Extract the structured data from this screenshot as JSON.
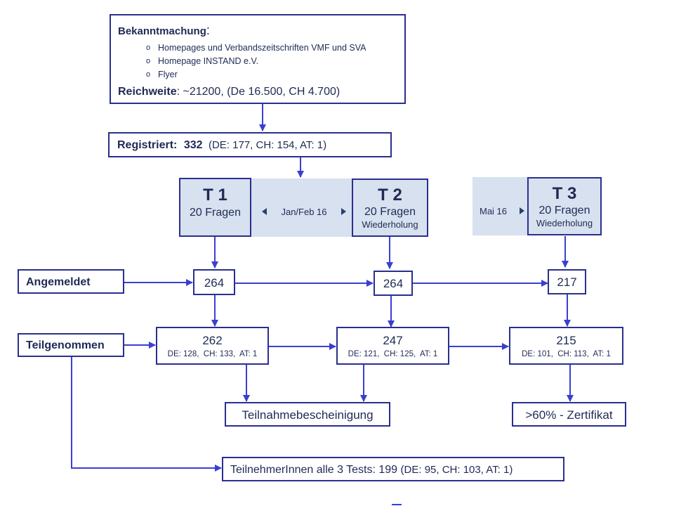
{
  "announcement": {
    "title": "Bekanntmachung",
    "colon": ":",
    "bullets": [
      "Homepages und Verbandszeitschriften VMF und SVA",
      "Homepage INSTAND e.V.",
      "Flyer"
    ],
    "reach_label": "Reichweite",
    "reach_value": ": ~21200, (De 16.500, CH 4.700)"
  },
  "registered": {
    "label": "Registriert:",
    "count": "332",
    "detail": "(DE: 177, CH: 154, AT: 1)"
  },
  "tests": [
    {
      "name": "T 1",
      "questions": "20 Fragen",
      "note": ""
    },
    {
      "name": "T 2",
      "questions": "20 Fragen",
      "note": "Wiederholung"
    },
    {
      "name": "T 3",
      "questions": "20 Fragen",
      "note": "Wiederholung"
    }
  ],
  "periods": {
    "t1_t2": "Jan/Feb 16",
    "t3": "Mai 16"
  },
  "rows": {
    "registered_label": "Angemeldet",
    "participated_label": "Teilgenommen"
  },
  "registered_counts": [
    "264",
    "264",
    "217"
  ],
  "participated": [
    {
      "total": "262",
      "detail": "DE: 128,  CH: 133,  AT: 1"
    },
    {
      "total": "247",
      "detail": "DE: 121,  CH: 125,  AT: 1"
    },
    {
      "total": "215",
      "detail": "DE: 101,  CH: 113,  AT: 1"
    }
  ],
  "outcomes": {
    "certificate_attendance": "Teilnahmebescheinigung",
    "certificate_pass": ">60% - Zertifikat"
  },
  "all_tests": {
    "label": "TeilnehmerInnen  alle 3 Tests: 199",
    "detail": "(DE: 95, CH: 103, AT: 1)"
  },
  "colors": {
    "line": "#3a3fd0",
    "border": "#2a2f8f",
    "band": "#d7e1ef",
    "text": "#1f2a55"
  }
}
